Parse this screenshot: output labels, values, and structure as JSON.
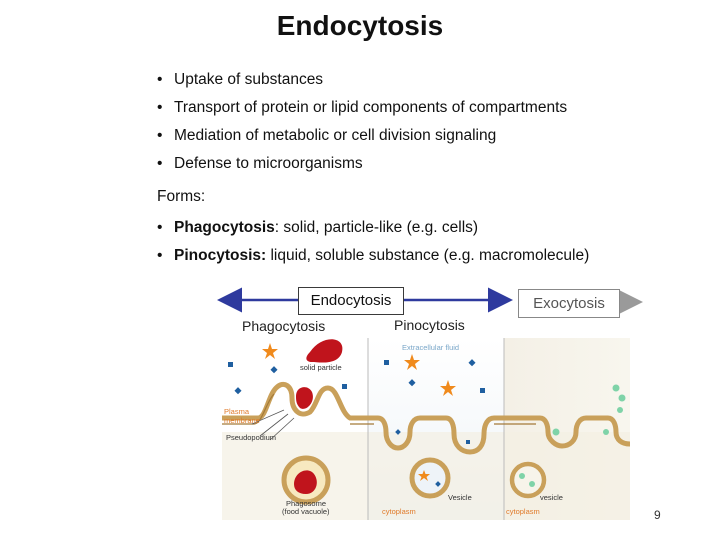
{
  "title": "Endocytosis",
  "bullets": [
    "Uptake of substances",
    "Transport of protein or lipid  components of compartments",
    "Mediation of metabolic or cell division signaling",
    "Defense to microorganisms"
  ],
  "forms_label": "Forms:",
  "forms": [
    {
      "term": "Phagocytosis",
      "desc": ": solid, particle-like (e.g. cells)"
    },
    {
      "term": "Pinocytosis:",
      "desc": " liquid, soluble substance (e.g. macromolecule)"
    }
  ],
  "diagram": {
    "endocytosis_label": "Endocytosis",
    "exocytosis_label": "Exocytosis",
    "phagocytosis_label": "Phagocytosis",
    "pinocytosis_label": "Pinocytosis",
    "extracellular_fluid": "Extracellular fluid",
    "solid_particle": "solid particle",
    "plasma_membrane_1": "Plasma",
    "plasma_membrane_2": "membrane",
    "pseudopodium": "Pseudopodium",
    "phagosome_1": "Phagosome",
    "phagosome_2": "(food vacuole)",
    "vesicle_left": "Vesicle",
    "vesicle_right": "vesicle",
    "cytoplasm_left": "cytoplasm",
    "cytoplasm_right": "cytoplasm",
    "colors": {
      "arrow": "#2e3a9e",
      "membrane": "#c9a05a",
      "particle": "#c0141c",
      "star": "#f08a1c",
      "dot": "#1f5fa0",
      "exo_dot": "#7fd3a8",
      "label_orange": "#e07a2a"
    }
  },
  "page_number": "9"
}
